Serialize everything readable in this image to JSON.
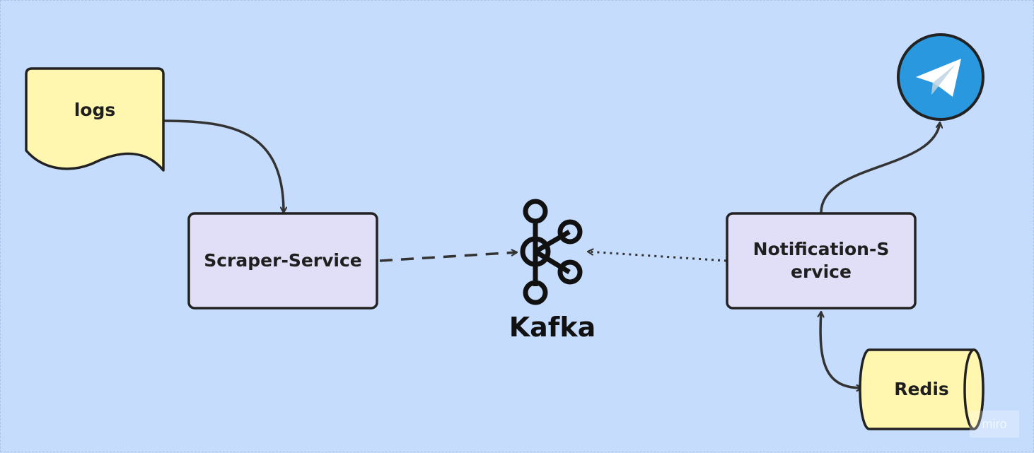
{
  "nodes": {
    "logs": {
      "label": "logs",
      "fill": "#fff6b0"
    },
    "scraper": {
      "label": "Scraper-Service",
      "fill": "#e1dff7"
    },
    "kafka": {
      "label": "Kafka",
      "icon": "kafka-icon"
    },
    "notification": {
      "label": "Notification-Service",
      "fill": "#e1dff7"
    },
    "telegram": {
      "icon": "telegram-icon",
      "fill": "#2a98de"
    },
    "redis": {
      "label": "Redis",
      "fill": "#fff6b0"
    }
  },
  "edges": [
    {
      "from": "logs",
      "to": "scraper",
      "style": "solid"
    },
    {
      "from": "scraper",
      "to": "kafka",
      "style": "dashed"
    },
    {
      "from": "notification",
      "to": "kafka",
      "style": "dotted"
    },
    {
      "from": "notification",
      "to": "telegram",
      "style": "solid"
    },
    {
      "from": "notification",
      "to": "redis",
      "style": "solid",
      "bidirectional": true
    }
  ],
  "colors": {
    "background": "#c6dcfc",
    "stroke": "#2a2a2a"
  },
  "watermark": "miro"
}
